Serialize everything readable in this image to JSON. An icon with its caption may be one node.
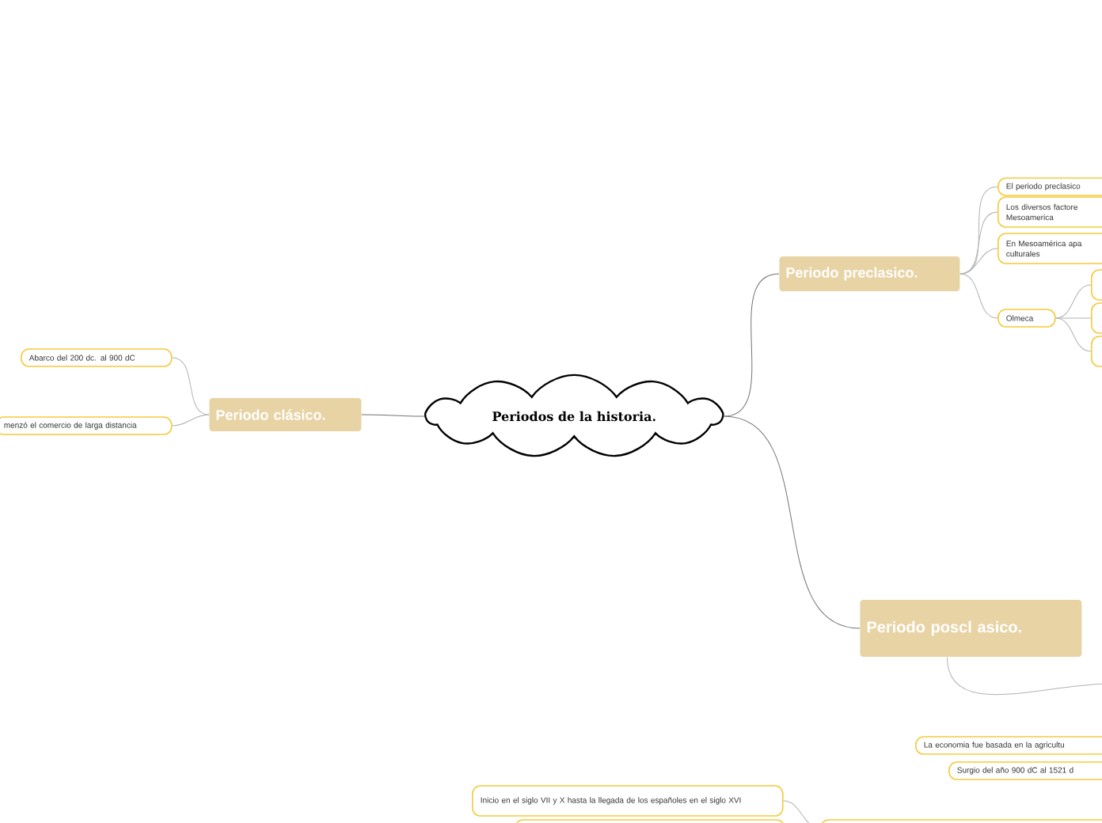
{
  "diagram": {
    "nodes": [
      {
        "text": [
          "Periodos de la historia."
        ]
      },
      {
        "text": [
          "Periodo preclasico."
        ]
      },
      {
        "text": [
          "Periodo clásico."
        ]
      },
      {
        "text": [
          "Periodo poscl asico."
        ]
      },
      {
        "text": [
          "El periodo preclasico"
        ]
      },
      {
        "text": [
          "Los diversos factore Mesoamerica"
        ]
      },
      {
        "text": [
          "En Mesoamérica apa culturales"
        ]
      },
      {
        "text": [
          "Olmeca"
        ]
      },
      {
        "text": [],
        "shape": "box"
      },
      {
        "text": [],
        "shape": "box"
      },
      {
        "text": [],
        "shape": "box"
      },
      {
        "text": [
          "Abarco del 200 dc. al 900 dC"
        ]
      },
      {
        "text": [
          "menzó el comercio de larga distancia"
        ]
      },
      {
        "text": [
          "La economia fue basada en la agricultu"
        ]
      },
      {
        "text": [
          "Surgio del año 900 dC al 1521 d"
        ]
      },
      {
        "text": [
          "Inicio en el siglo VII y X hasta la llegada de los españoles en el siglo XVI"
        ]
      },
      {
        "text": [],
        "shape": "box"
      },
      {
        "text": [],
        "shape": "box"
      }
    ],
    "edges": [
      {
        "from": 0,
        "to": 1,
        "arrow": "none"
      },
      {
        "from": 0,
        "to": 2,
        "arrow": "none"
      },
      {
        "from": 0,
        "to": 3,
        "arrow": "none"
      },
      {
        "from": 1,
        "to": 4,
        "arrow": "none"
      },
      {
        "from": 1,
        "to": 5,
        "arrow": "none"
      },
      {
        "from": 1,
        "to": 6,
        "arrow": "none"
      },
      {
        "from": 1,
        "to": 7,
        "arrow": "none"
      },
      {
        "from": 7,
        "to": 8,
        "arrow": "none"
      },
      {
        "from": 7,
        "to": 9,
        "arrow": "none"
      },
      {
        "from": 7,
        "to": 10,
        "arrow": "none"
      },
      {
        "from": 2,
        "to": 11,
        "arrow": "none"
      },
      {
        "from": 2,
        "to": 12,
        "arrow": "none"
      },
      {
        "from": 3,
        "to": null,
        "arrow": "none"
      },
      {
        "from": 17,
        "to": 15,
        "arrow": "none"
      }
    ]
  }
}
